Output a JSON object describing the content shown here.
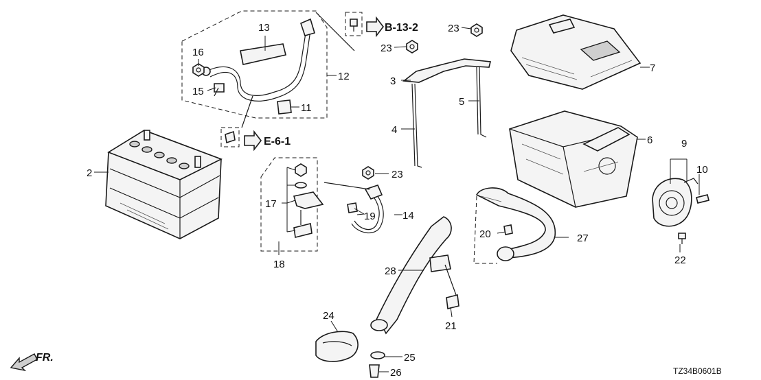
{
  "callouts": {
    "c2": "2",
    "c3": "3",
    "c4": "4",
    "c5": "5",
    "c6": "6",
    "c7": "7",
    "c9": "9",
    "c10": "10",
    "c11": "11",
    "c12": "12",
    "c13": "13",
    "c14": "14",
    "c15": "15",
    "c16": "16",
    "c17": "17",
    "c18": "18",
    "c19": "19",
    "c20": "20",
    "c21": "21",
    "c22": "22",
    "c23a": "23",
    "c23b": "23",
    "c23c": "23",
    "c24": "24",
    "c25": "25",
    "c26": "26",
    "c27": "27",
    "c28": "28"
  },
  "references": {
    "ref_b": "B-13-2",
    "ref_e": "E-6-1"
  },
  "front_label": "FR.",
  "diagram_code": "TZ34B0601B"
}
